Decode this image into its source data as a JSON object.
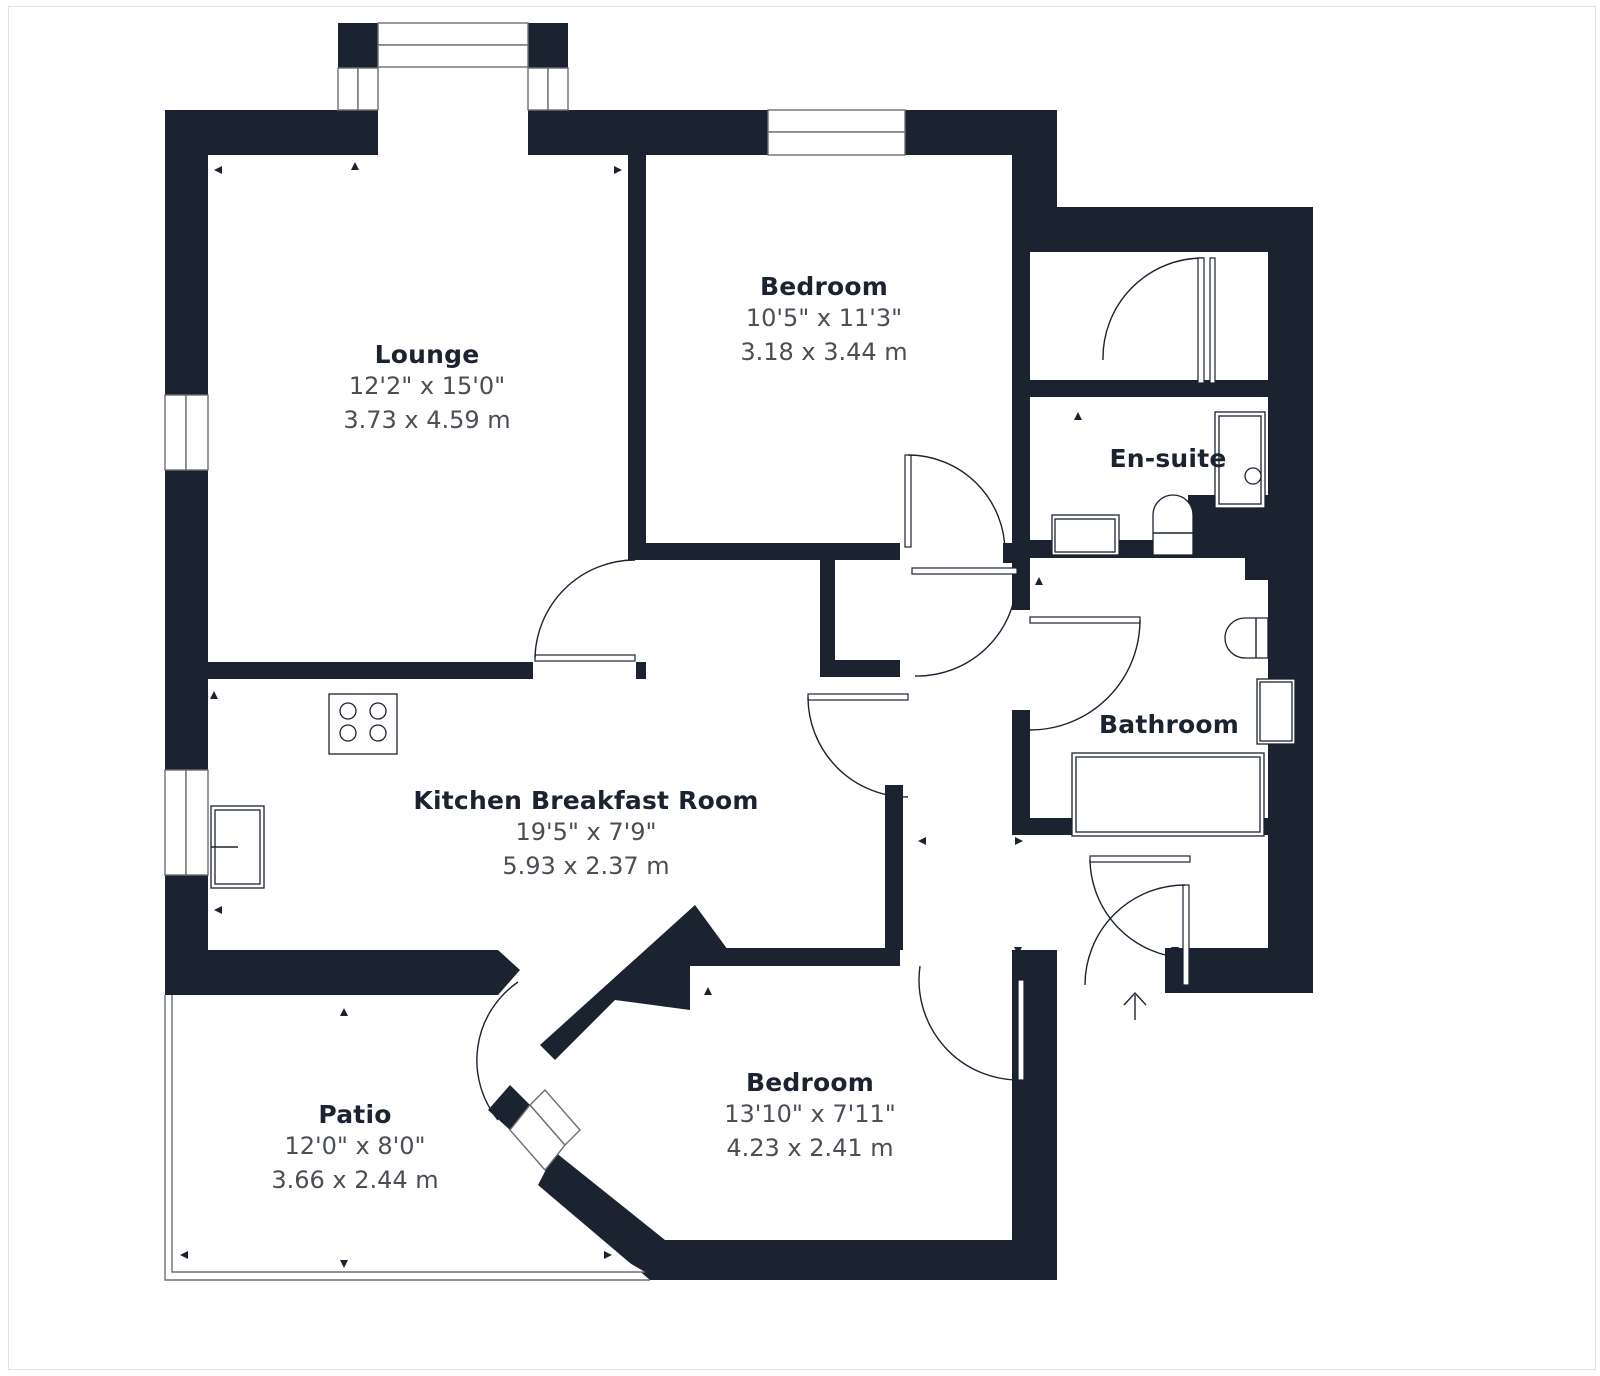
{
  "plan": {
    "colors": {
      "wall": "#1b2331",
      "text_name": "#1b2331",
      "text_dims": "#4a4e55",
      "background": "#ffffff"
    },
    "rooms": [
      {
        "id": "lounge",
        "name": "Lounge",
        "imperial": "12'2\" x 15'0\"",
        "metric": "3.73 x 4.59 m"
      },
      {
        "id": "bedroom1",
        "name": "Bedroom",
        "imperial": "10'5\" x 11'3\"",
        "metric": "3.18 x 3.44 m"
      },
      {
        "id": "ensuite",
        "name": "En-suite"
      },
      {
        "id": "bathroom",
        "name": "Bathroom"
      },
      {
        "id": "kitchen",
        "name": "Kitchen Breakfast Room",
        "imperial": "19'5\" x 7'9\"",
        "metric": "5.93 x 2.37 m"
      },
      {
        "id": "bedroom2",
        "name": "Bedroom",
        "imperial": "13'10\" x 7'11\"",
        "metric": "4.23 x 2.41 m"
      },
      {
        "id": "patio",
        "name": "Patio",
        "imperial": "12'0\" x 8'0\"",
        "metric": "3.66 x 2.44 m"
      }
    ],
    "entrance_icon": "arrow-up-icon"
  }
}
